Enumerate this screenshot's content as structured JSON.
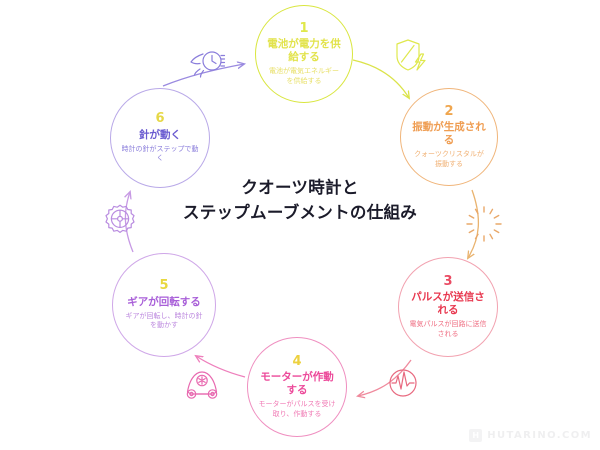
{
  "center": {
    "line1": "クオーツ時計と",
    "line2": "ステップムーブメントの仕組み"
  },
  "nodes": [
    {
      "num": "1",
      "title": "電池が電力を供給する",
      "sub": "電池が電気エネルギーを供給する",
      "color": "#e2e34c",
      "icon": "shield-bolt-icon"
    },
    {
      "num": "2",
      "title": "振動が生成される",
      "sub": "クォーツクリスタルが振動する",
      "color": "#ef9d52",
      "icon": "vibration-burst-icon"
    },
    {
      "num": "3",
      "title": "パルスが送信される",
      "sub": "電気パルスが回路に送信される",
      "color": "#e8384f",
      "icon": "pulse-wave-icon"
    },
    {
      "num": "4",
      "title": "モーターが作動する",
      "sub": "モーターがパルスを受け取り、作動する",
      "color": "#ec4a9a",
      "icon": "motor-icon"
    },
    {
      "num": "5",
      "title": "ギアが回転する",
      "sub": "ギアが回転し、時計の針を動かす",
      "color": "#a85ed8",
      "icon": "gear-icon"
    },
    {
      "num": "6",
      "title": "針が動く",
      "sub": "時計の針がステップで動く",
      "color": "#6a5bd0",
      "icon": "hand-watch-icon"
    }
  ],
  "watermark": {
    "logo": "H",
    "text": "HUTARINO.COM"
  },
  "colors": {
    "step1": "#d9e63f",
    "step2": "#f0b57a",
    "step3": "#f2a2b0",
    "step4": "#ef8fc0",
    "step5": "#cfa7e8",
    "step6": "#b9a9e8",
    "title": "#1b1b2a"
  }
}
